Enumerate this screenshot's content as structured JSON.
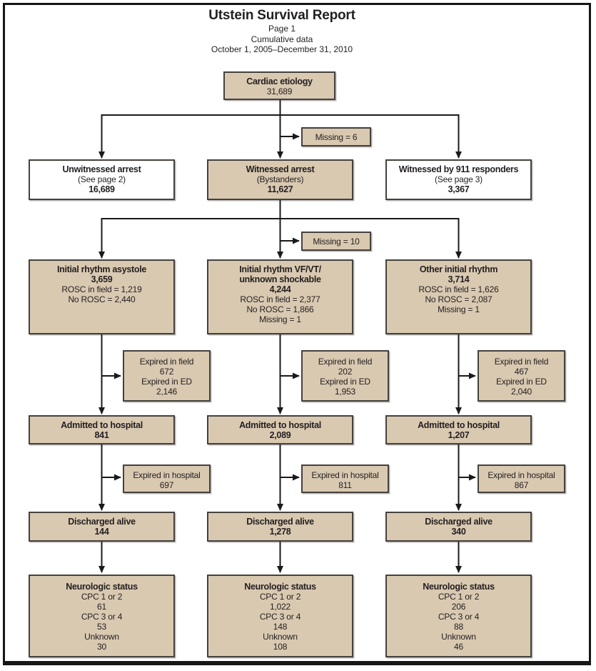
{
  "header": {
    "title": "Utstein Survival Report",
    "subtitle_page": "Page 1",
    "subtitle_type": "Cumulative data",
    "subtitle_dates": "October 1, 2005–December 31, 2010"
  },
  "root": {
    "title": "Cardiac etiology",
    "value": "31,689"
  },
  "missing_top": {
    "label": "Missing = 6"
  },
  "missing_mid": {
    "label": "Missing = 10"
  },
  "arrest": {
    "unwitnessed": {
      "title": "Unwitnessed arrest",
      "note": "(See page 2)",
      "value": "16,689"
    },
    "witnessed": {
      "title": "Witnessed arrest",
      "note": "(Bystanders)",
      "value": "11,627"
    },
    "responders": {
      "title": "Witnessed by 911 responders",
      "note": "(See page 3)",
      "value": "3,367"
    }
  },
  "rhythm": {
    "asystole": {
      "title": "Initial rhythm asystole",
      "value": "3,659",
      "rosc": "ROSC in field = 1,219",
      "no_rosc": "No ROSC = 2,440"
    },
    "shockable": {
      "title_line1": "Initial rhythm VF/VT/",
      "title_line2": "unknown shockable",
      "value": "4,244",
      "rosc": "ROSC in field = 2,377",
      "no_rosc": "No ROSC = 1,866",
      "missing": "Missing = 1"
    },
    "other": {
      "title": "Other initial rhythm",
      "value": "3,714",
      "rosc": "ROSC in field = 1,626",
      "no_rosc": "No ROSC = 2,087",
      "missing": "Missing = 1"
    }
  },
  "expired_field": {
    "label_field": "Expired in field",
    "label_ed": "Expired in ED",
    "col1": {
      "field": "672",
      "ed": "2,146"
    },
    "col2": {
      "field": "202",
      "ed": "1,953"
    },
    "col3": {
      "field": "467",
      "ed": "2,040"
    }
  },
  "admitted": {
    "label": "Admitted to hospital",
    "col1": "841",
    "col2": "2,089",
    "col3": "1,207"
  },
  "expired_hospital": {
    "label": "Expired in hospital",
    "col1": "697",
    "col2": "811",
    "col3": "867"
  },
  "discharged": {
    "label": "Discharged alive",
    "col1": "144",
    "col2": "1,278",
    "col3": "340"
  },
  "neurologic": {
    "label": "Neurologic status",
    "cpc12_label": "CPC 1 or 2",
    "cpc34_label": "CPC 3 or 4",
    "unknown_label": "Unknown",
    "col1": {
      "cpc12": "61",
      "cpc34": "53",
      "unknown": "30"
    },
    "col2": {
      "cpc12": "1,022",
      "cpc34": "148",
      "unknown": "108"
    },
    "col3": {
      "cpc12": "206",
      "cpc34": "88",
      "unknown": "46"
    }
  },
  "colors": {
    "box_fill": "#d9c9b1",
    "box_border": "#45413d",
    "line": "#1a1a1a"
  }
}
